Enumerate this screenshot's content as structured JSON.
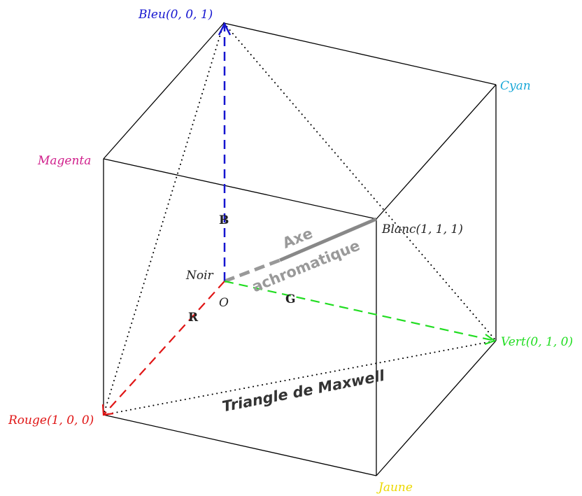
{
  "colors": {
    "blue": "#1515d0",
    "red": "#e01515",
    "green": "#22dd22",
    "cyan": "#19a8d8",
    "magenta": "#d0208c",
    "yellow": "#ecd800",
    "gray_axis": "#999999",
    "black": "#000000"
  },
  "labels": {
    "bleu_name": "Bleu",
    "bleu_coords": "(0, 0, 1)",
    "cyan": "Cyan",
    "magenta": "Magenta",
    "blanc_name": "Blanc",
    "blanc_coords": "(1, 1, 1)",
    "noir": "Noir",
    "origin": "O",
    "vert_name": "Vert",
    "vert_coords": "(0, 1, 0)",
    "rouge_name": "Rouge",
    "rouge_coords": "(1, 0, 0)",
    "jaune": "Jaune"
  },
  "axes": {
    "blue_axis": "B",
    "red_axis": "R",
    "green_axis": "G"
  },
  "achromatic_axis": {
    "line1": "Axe",
    "line2": "achromatique"
  },
  "triangle_label": "Triangle de Maxwell"
}
